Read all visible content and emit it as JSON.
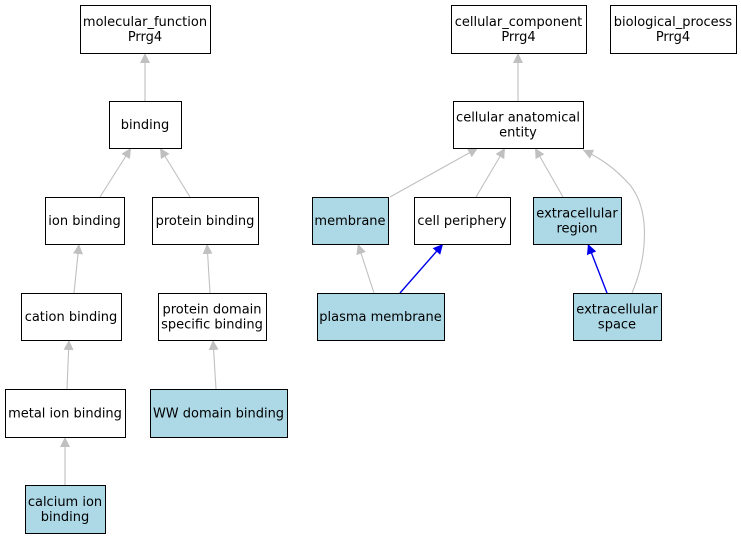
{
  "colors": {
    "default_fill": "#ffffff",
    "highlight_fill": "#add8e6",
    "edge_gray": "#c0c0c0",
    "edge_blue": "#0000ee",
    "border": "#000000"
  },
  "nodes": [
    {
      "id": "molecular_function",
      "lines": [
        "molecular_function",
        "Prrg4"
      ],
      "highlight": false
    },
    {
      "id": "cellular_component",
      "lines": [
        "cellular_component",
        "Prrg4"
      ],
      "highlight": false
    },
    {
      "id": "biological_process",
      "lines": [
        "biological_process",
        "Prrg4"
      ],
      "highlight": false
    },
    {
      "id": "binding",
      "lines": [
        "binding"
      ],
      "highlight": false
    },
    {
      "id": "cellular_anatomical_entity",
      "lines": [
        "cellular anatomical",
        "entity"
      ],
      "highlight": false
    },
    {
      "id": "ion_binding",
      "lines": [
        "ion binding"
      ],
      "highlight": false
    },
    {
      "id": "protein_binding",
      "lines": [
        "protein binding"
      ],
      "highlight": false
    },
    {
      "id": "membrane",
      "lines": [
        "membrane"
      ],
      "highlight": true
    },
    {
      "id": "cell_periphery",
      "lines": [
        "cell periphery"
      ],
      "highlight": false
    },
    {
      "id": "extracellular_region",
      "lines": [
        "extracellular",
        "region"
      ],
      "highlight": true
    },
    {
      "id": "cation_binding",
      "lines": [
        "cation binding"
      ],
      "highlight": false
    },
    {
      "id": "protein_domain_specific_binding",
      "lines": [
        "protein domain",
        "specific binding"
      ],
      "highlight": false
    },
    {
      "id": "plasma_membrane",
      "lines": [
        "plasma membrane"
      ],
      "highlight": true
    },
    {
      "id": "extracellular_space",
      "lines": [
        "extracellular",
        "space"
      ],
      "highlight": true
    },
    {
      "id": "metal_ion_binding",
      "lines": [
        "metal ion binding"
      ],
      "highlight": false
    },
    {
      "id": "ww_domain_binding",
      "lines": [
        "WW domain binding"
      ],
      "highlight": true
    },
    {
      "id": "calcium_ion_binding",
      "lines": [
        "calcium ion",
        "binding"
      ],
      "highlight": true
    }
  ],
  "edges": [
    {
      "from": "binding",
      "to": "molecular_function",
      "color": "gray"
    },
    {
      "from": "ion_binding",
      "to": "binding",
      "color": "gray"
    },
    {
      "from": "protein_binding",
      "to": "binding",
      "color": "gray"
    },
    {
      "from": "cation_binding",
      "to": "ion_binding",
      "color": "gray"
    },
    {
      "from": "metal_ion_binding",
      "to": "cation_binding",
      "color": "gray"
    },
    {
      "from": "calcium_ion_binding",
      "to": "metal_ion_binding",
      "color": "gray"
    },
    {
      "from": "protein_domain_specific_binding",
      "to": "protein_binding",
      "color": "gray"
    },
    {
      "from": "ww_domain_binding",
      "to": "protein_domain_specific_binding",
      "color": "gray"
    },
    {
      "from": "cellular_anatomical_entity",
      "to": "cellular_component",
      "color": "gray"
    },
    {
      "from": "membrane",
      "to": "cellular_anatomical_entity",
      "color": "gray"
    },
    {
      "from": "cell_periphery",
      "to": "cellular_anatomical_entity",
      "color": "gray"
    },
    {
      "from": "extracellular_region",
      "to": "cellular_anatomical_entity",
      "color": "gray"
    },
    {
      "from": "extracellular_space",
      "to": "cellular_anatomical_entity",
      "color": "gray"
    },
    {
      "from": "plasma_membrane",
      "to": "membrane",
      "color": "gray"
    },
    {
      "from": "plasma_membrane",
      "to": "cell_periphery",
      "color": "blue"
    },
    {
      "from": "extracellular_space",
      "to": "extracellular_region",
      "color": "blue"
    }
  ]
}
